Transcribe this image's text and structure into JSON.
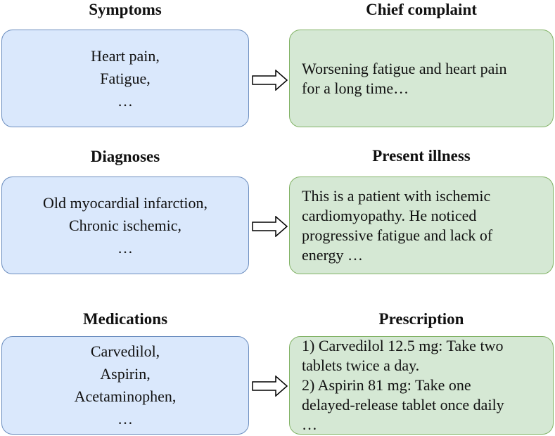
{
  "rows": [
    {
      "left_title": "Symptoms",
      "left_lines": [
        "Heart pain,",
        "Fatigue,",
        "…"
      ],
      "right_title": "Chief complaint",
      "right_lines": [
        "Worsening fatigue and heart pain",
        "for a long time…"
      ]
    },
    {
      "left_title": "Diagnoses",
      "left_lines": [
        "Old myocardial infarction,",
        "Chronic ischemic,",
        "…"
      ],
      "right_title": "Present illness",
      "right_lines": [
        "This is a patient with ischemic",
        "cardiomyopathy. He noticed",
        "progressive fatigue and lack of",
        "energy …"
      ]
    },
    {
      "left_title": "Medications",
      "left_lines": [
        "Carvedilol,",
        "Aspirin,",
        "Acetaminophen,",
        "…"
      ],
      "right_title": "Prescription",
      "right_lines": [
        "1) Carvedilol 12.5 mg: Take two",
        "tablets twice a day.",
        "2) Aspirin 81 mg: Take one",
        "delayed-release tablet once daily",
        "…"
      ]
    }
  ],
  "colors": {
    "left_fill": "#dae8fc",
    "left_border": "#6c8ebf",
    "right_fill": "#d5e8d4",
    "right_border": "#82b366"
  }
}
